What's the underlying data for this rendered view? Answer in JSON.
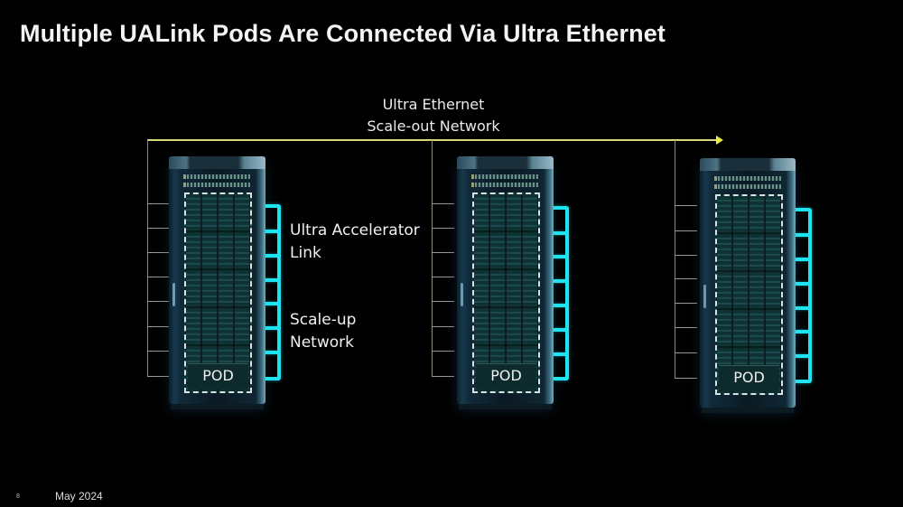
{
  "slide": {
    "title": "Multiple UALink Pods Are Connected Via Ultra Ethernet",
    "background_color": "#000000"
  },
  "scale_out": {
    "label_line1": "Ultra Ethernet",
    "label_line2": "Scale-out Network",
    "line_color": "#d8d87a",
    "arrow_direction": "right"
  },
  "scale_up": {
    "label_line1": "Ultra Accelerator",
    "label_line2": "Link",
    "label_line3": "Scale-up",
    "label_line4": "Network",
    "bracket_color": "#1fe3ee",
    "rungs_per_pod": 8
  },
  "pods": [
    {
      "label": "POD"
    },
    {
      "label": "POD"
    },
    {
      "label": "POD"
    }
  ],
  "footer": {
    "page_number": "8",
    "date": "May 2024"
  }
}
